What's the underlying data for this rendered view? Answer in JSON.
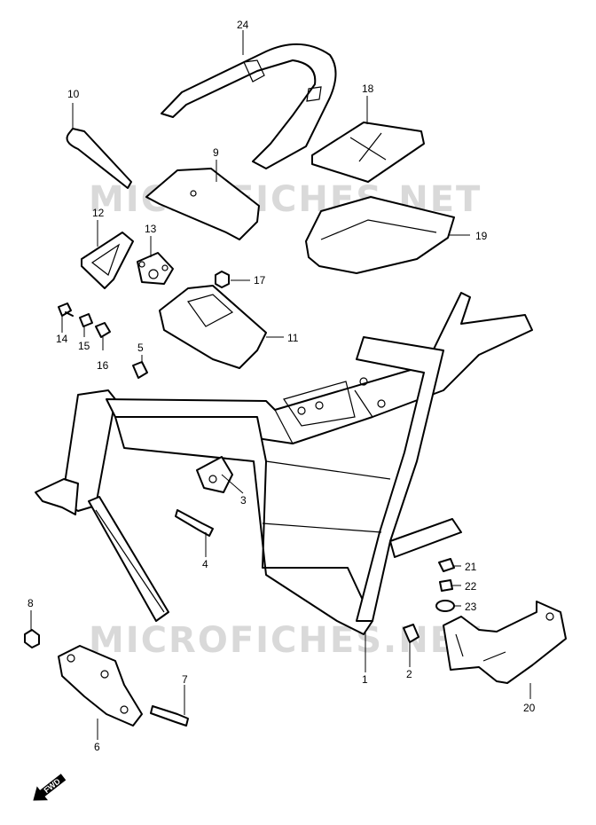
{
  "watermark": {
    "text": "MICROFICHES.NET"
  },
  "direction_marker": {
    "label": "FWD",
    "icon": "forward-arrow-icon"
  },
  "callouts": [
    "1",
    "2",
    "3",
    "4",
    "5",
    "6",
    "7",
    "8",
    "9",
    "10",
    "11",
    "12",
    "13",
    "14",
    "15",
    "16",
    "17",
    "18",
    "19",
    "20",
    "21",
    "22",
    "23",
    "24"
  ]
}
